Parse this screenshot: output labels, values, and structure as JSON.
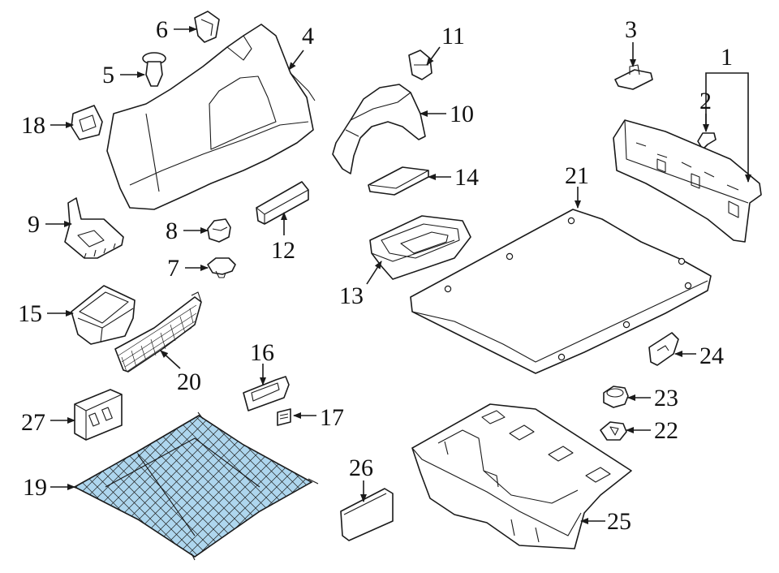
{
  "diagram": {
    "highlight_color": "#aed6ee",
    "line_color": "#1a1a1a",
    "callouts": [
      "1",
      "2",
      "3",
      "4",
      "5",
      "6",
      "7",
      "8",
      "9",
      "10",
      "11",
      "12",
      "13",
      "14",
      "15",
      "16",
      "17",
      "18",
      "19",
      "20",
      "21",
      "22",
      "23",
      "24",
      "25",
      "26",
      "27"
    ]
  }
}
